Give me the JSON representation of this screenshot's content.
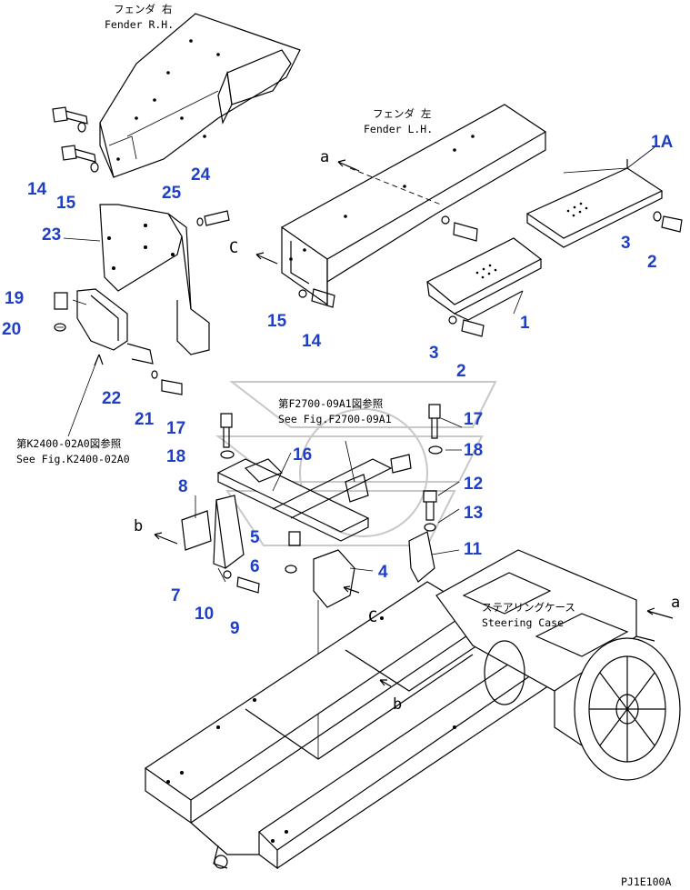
{
  "labels": {
    "fender_rh_jp": "フェンダ 右",
    "fender_rh_en": "Fender R.H.",
    "fender_lh_jp": "フェンダ 左",
    "fender_lh_en": "Fender L.H.",
    "fig_f2700_jp": "第F2700-09A1図参照",
    "fig_f2700_en": "See Fig.F2700-09A1",
    "fig_k2400_jp": "第K2400-02A0図参照",
    "fig_k2400_en": "See Fig.K2400-02A0",
    "steering_jp": "ステアリングケース",
    "steering_en": "Steering Case",
    "drawing_id": "PJ1E100A"
  },
  "view_letters": [
    "a",
    "C",
    "b",
    "C",
    "b",
    "a"
  ],
  "callouts": [
    "1A",
    "14",
    "15",
    "24",
    "25",
    "23",
    "3",
    "2",
    "15",
    "14",
    "1",
    "3",
    "2",
    "19",
    "20",
    "22",
    "21",
    "17",
    "18",
    "16",
    "17",
    "18",
    "12",
    "13",
    "8",
    "5",
    "6",
    "4",
    "11",
    "7",
    "10",
    "9"
  ],
  "colors": {
    "callout": "#1f3fc6",
    "line": "#000000",
    "watermark": "#c8c8c8"
  }
}
